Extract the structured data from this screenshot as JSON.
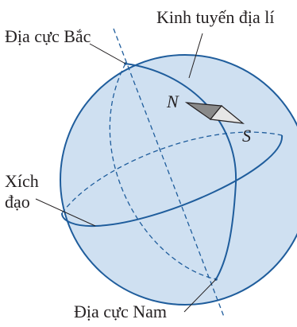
{
  "labels": {
    "geographic_meridian": "Kinh tuyến địa lí",
    "north_pole": "Địa cực Bắc",
    "equator_line1": "Xích",
    "equator_line2": "đạo",
    "south_pole": "Địa cực Nam",
    "compass_n": "N",
    "compass_s": "S"
  },
  "colors": {
    "globe_fill": "#cfe0f1",
    "outline": "#1f5d9c",
    "text": "#231f20",
    "needle_dark": "#8a8a8a",
    "needle_light": "#e6e6e6"
  }
}
